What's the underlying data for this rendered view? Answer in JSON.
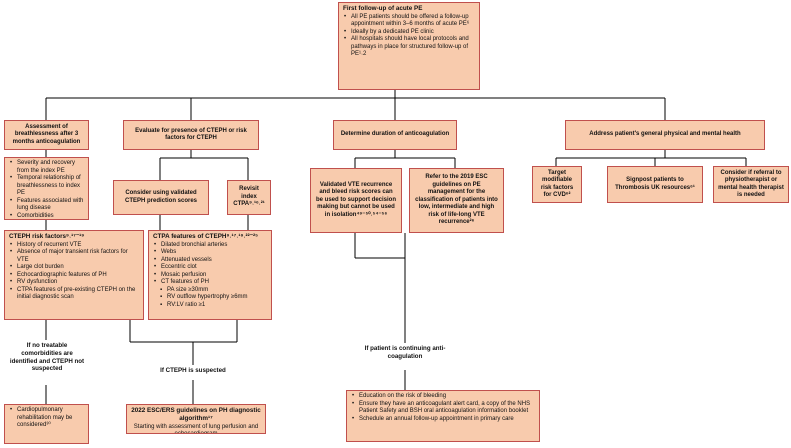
{
  "first_followup": {
    "title": "First follow-up of acute PE",
    "bullets": [
      "All PE patients should be offered a follow-up appointment within 3–6 months of acute PE⁶",
      "Ideally by a dedicated PE clinic",
      "All hospitals should have local protocols and pathways in place for structured follow-up of PE¹˒2"
    ]
  },
  "level1": {
    "breathlessness": "Assessment of breathlessness after 3 months anticoagulation",
    "cteph_eval": "Evaluate for presence of CTEPH or risk factors for CTEPH",
    "anticoag": "Determine duration of anticoagulation",
    "general": "Address patient's general physical and mental health"
  },
  "breathlessness_items": [
    "Severity and recovery from the index PE",
    "Temporal relationship of breathlessness to index PE",
    "Features associated with lung disease",
    "Comorbidities"
  ],
  "prediction_scores": "Consider using validated CTEPH prediction scores",
  "revisit_ctpa": "Revisit index CTPA⁹˒¹⁶˒²¹",
  "risk_factors": {
    "title": "CTEPH risk factors⁹˒¹⁷⁻¹⁹",
    "items": [
      "History of recurrent VTE",
      "Absence of major transient risk factors for VTE",
      "Large clot burden",
      "Echocardiographic features of PH",
      "RV dysfunction",
      "CTPA features of pre-existing CTEPH on the initial diagnostic scan"
    ]
  },
  "ctpa_features": {
    "title": "CTPA features of CTEPH⁹˒¹⁷˒¹⁹˒²²⁻²⁵",
    "items": [
      "Dilated bronchial arteries",
      "Webs",
      "Attenuated vessels",
      "Eccentric clot",
      "Mosaic perfusion",
      "CT features of PH"
    ],
    "sub_items": [
      "PA size ≥30mm",
      "RV outflow hypertrophy ≥6mm",
      "RV:LV ratio ≥1"
    ]
  },
  "vte_scores": "Validated VTE recurrence and bleed risk scores can be used to support decision making but cannot be used in isolation⁴⁹⁻⁵⁰˒⁵⁴⁻⁵⁶",
  "esc_guidelines": "Refer to the 2019 ESC guidelines on PE management for the classification of patients into low, intermediate and high risk of life-long VTE recurrence²⁶",
  "target_risk": "Target modifiable risk factors for CVD⁶²",
  "signpost": "Signpost patients to Thrombosis UK resources⁶¹",
  "referral": "Consider if referral to physiotherapist or mental health therapist is needed",
  "labels": {
    "no_treatable": "If no treatable comorbidities are identified and CTEPH not suspected",
    "cteph_suspected": "If CTEPH is suspected",
    "continuing": "If patient is continuing anti-coagulation"
  },
  "rehab": "Cardiopulmonary rehabilitation may be considered³⁰",
  "ph_guidelines": {
    "title": "2022 ESC/ERS guidelines on PH diagnostic algorithm¹⁷",
    "text": "Starting with assessment of lung perfusion and echocardiogram"
  },
  "education": [
    "Education on the risk of bleeding",
    "Ensure they have an anticoagulant alert card, a copy of the NHS Patient Safety and BSH oral anticoagulation information booklet",
    "Schedule an annual follow-up appointment in primary care"
  ],
  "colors": {
    "box_fill": "#f8cbad",
    "box_border": "#c0504d",
    "line": "#000000"
  }
}
